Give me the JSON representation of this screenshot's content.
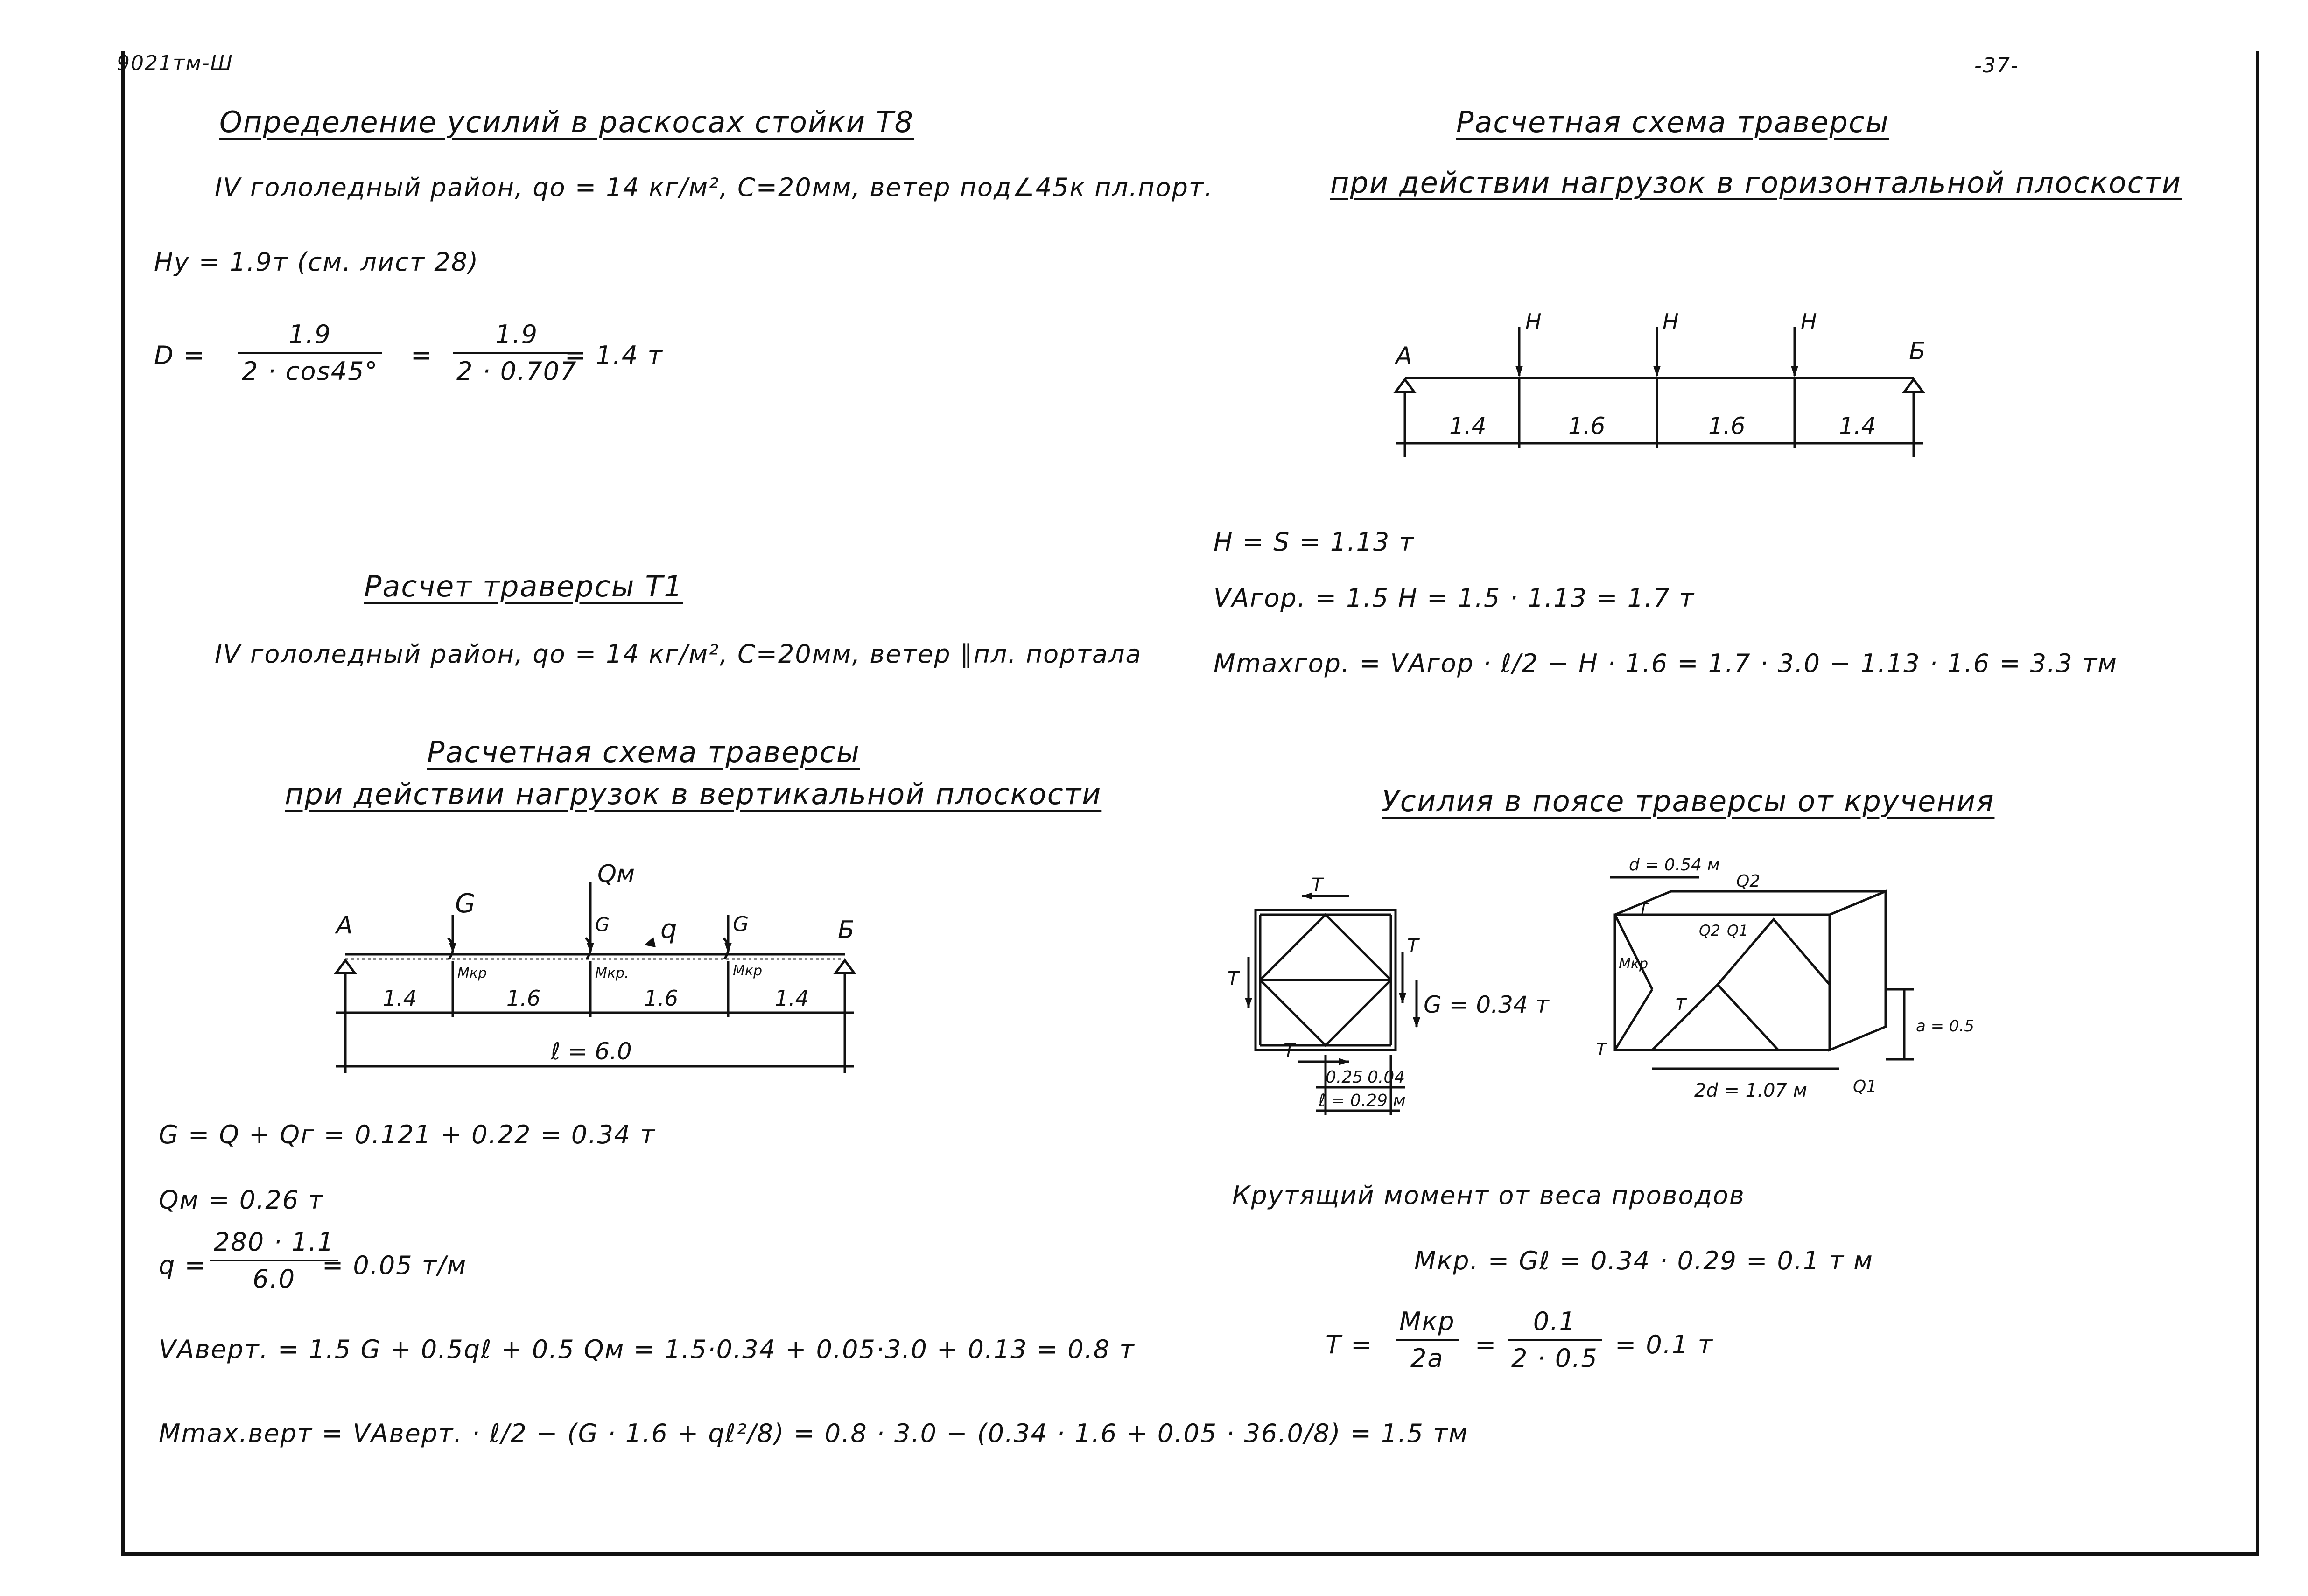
{
  "sheet": {
    "doc_code": "9021тм-Ш",
    "page_number": "-37-"
  },
  "left": {
    "heading1": "Определение усилий в раскосах стойки Т8",
    "conditions1": "IV гололедный район, qо = 14 кг/м², С=20мм, ветер под∠45к пл.порт.",
    "hy": "Hу = 1.9т (см. лист 28)",
    "d_label": "D =",
    "d_frac1_num": "1.9",
    "d_frac1_den": "2 · cos45°",
    "d_eq": "=",
    "d_frac2_num": "1.9",
    "d_frac2_den": "2 · 0.707",
    "d_result": "= 1.4 т",
    "heading2": "Расчет траверсы Т1",
    "conditions2": "IV гололедный район, qо = 14 кг/м², С=20мм, ветер ∥пл. портала",
    "scheme_title_line1": "Расчетная схема траверсы",
    "scheme_title_line2": "при действии нагрузок в вертикальной плоскости",
    "vert_scheme": {
      "support_a": "А",
      "support_b": "Б",
      "load_g": "G",
      "load_qm": "Qм",
      "load_g2": "G",
      "load_g3": "G",
      "load_q": "q",
      "mkr1": "Мкр",
      "mkr2": "Мкр.",
      "mkr3": "Мкр",
      "span1": "1.4",
      "span2": "1.6",
      "span3": "1.6",
      "span4": "1.4",
      "total": "ℓ = 6.0"
    },
    "eq_g": "G = Q + Qг = 0.121 + 0.22 = 0.34 т",
    "eq_qm": "Qм = 0.26 т",
    "eq_q_label": "q =",
    "eq_q_num": "280 · 1.1",
    "eq_q_den": "6.0",
    "eq_q_result": "= 0.05 т/м",
    "eq_va": "VАверт. = 1.5 G + 0.5qℓ + 0.5 Qм = 1.5·0.34 + 0.05·3.0 + 0.13 = 0.8 т",
    "eq_mmax": "Mmax.верт = VАверт. · ℓ/2 − (G · 1.6 + qℓ²/8) = 0.8 · 3.0 − (0.34 · 1.6 + 0.05 · 36.0/8) = 1.5 тм"
  },
  "right": {
    "scheme_title_line1": "Расчетная схема траверсы",
    "scheme_title_line2": "при действии нагрузок в горизонтальной плоскости",
    "horiz_scheme": {
      "support_a": "А",
      "support_b": "Б",
      "load1": "H",
      "load2": "H",
      "load3": "H",
      "span1": "1.4",
      "span2": "1.6",
      "span3": "1.6",
      "span4": "1.4"
    },
    "eq_h": "H = S = 1.13 т",
    "eq_va": "VАгор. = 1.5 H = 1.5 · 1.13 = 1.7 т",
    "eq_mmax": "Mmaxгор. = VАгор · ℓ/2 − H · 1.6 = 1.7 · 3.0 − 1.13 · 1.6 = 3.3 тм",
    "heading_torsion": "Усилия в поясе траверсы от кручения",
    "section": {
      "t_top": "T",
      "t_left": "T",
      "t_right": "T",
      "t_bottom": "T",
      "g_label": "G = 0.34 т",
      "dim1": "0.25",
      "dim2": "0.04",
      "dim_b": "ℓ = 0.29 м"
    },
    "iso": {
      "d_label": "d = 0.54 м",
      "q2": "Q2",
      "q1_top": "Q1",
      "q2_inner": "Q2",
      "q1_bottom": "Q1",
      "mkr": "Мкр",
      "t1": "T",
      "t2": "T",
      "t3": "T",
      "a_label": "a = 0.5",
      "two_d": "2d = 1.07 м"
    },
    "torque_title": "Крутящий момент от веса проводов",
    "eq_mkr": "Mкр. = Gℓ = 0.34 · 0.29 = 0.1 т м",
    "eq_t_label": "T =",
    "eq_t_frac1_num": "Mкр",
    "eq_t_frac1_den": "2a",
    "eq_t_eq": "=",
    "eq_t_frac2_num": "0.1",
    "eq_t_frac2_den": "2 · 0.5",
    "eq_t_result": "= 0.1 т"
  }
}
